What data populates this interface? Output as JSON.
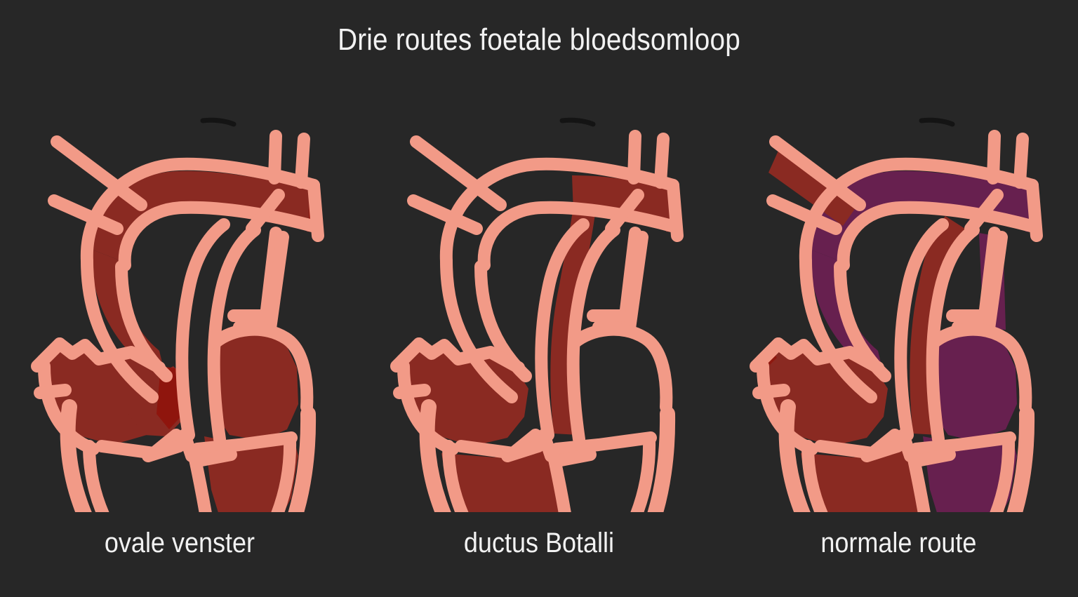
{
  "slide": {
    "title": "Drie routes foetale bloedsomloop",
    "background_color": "#272727",
    "text_color": "#f2f2f2"
  },
  "palette": {
    "outline_salmon": "#F29A87",
    "blood_dark_red": "#8A2A22",
    "blood_bright_red": "#9E1A12",
    "blood_purple": "#67204F",
    "stroke_black": "#141414",
    "background": "#272727"
  },
  "panels": [
    {
      "id": "panel-ovale-venster",
      "label": "ovale venster",
      "diagram_name": "fetal-heart-foramen-ovale",
      "highlight_color": "#8A2A22",
      "filled_structures": [
        "superior-vena-cava",
        "right-atrium",
        "foramen-ovale",
        "left-atrium",
        "left-ventricle",
        "aortic-arch",
        "descending-aorta"
      ],
      "empty_structures": [
        "right-ventricle",
        "pulmonary-artery",
        "ductus-arteriosus"
      ]
    },
    {
      "id": "panel-ductus-botalli",
      "label": "ductus Botalli",
      "diagram_name": "fetal-heart-ductus-arteriosus",
      "highlight_color": "#8A2A22",
      "filled_structures": [
        "right-atrium",
        "right-ventricle",
        "pulmonary-artery",
        "ductus-arteriosus",
        "descending-aorta"
      ],
      "empty_structures": [
        "left-atrium",
        "left-ventricle",
        "aortic-arch-proximal"
      ]
    },
    {
      "id": "panel-normale-route",
      "label": "normale route",
      "diagram_name": "fetal-heart-normal-route",
      "highlight_color": "#67204F",
      "secondary_color": "#8A2A22",
      "filled_structures": [
        "right-atrium",
        "right-ventricle",
        "pulmonary-artery",
        "left-atrium",
        "left-ventricle",
        "aortic-arch",
        "descending-aorta"
      ],
      "empty_structures": []
    }
  ]
}
